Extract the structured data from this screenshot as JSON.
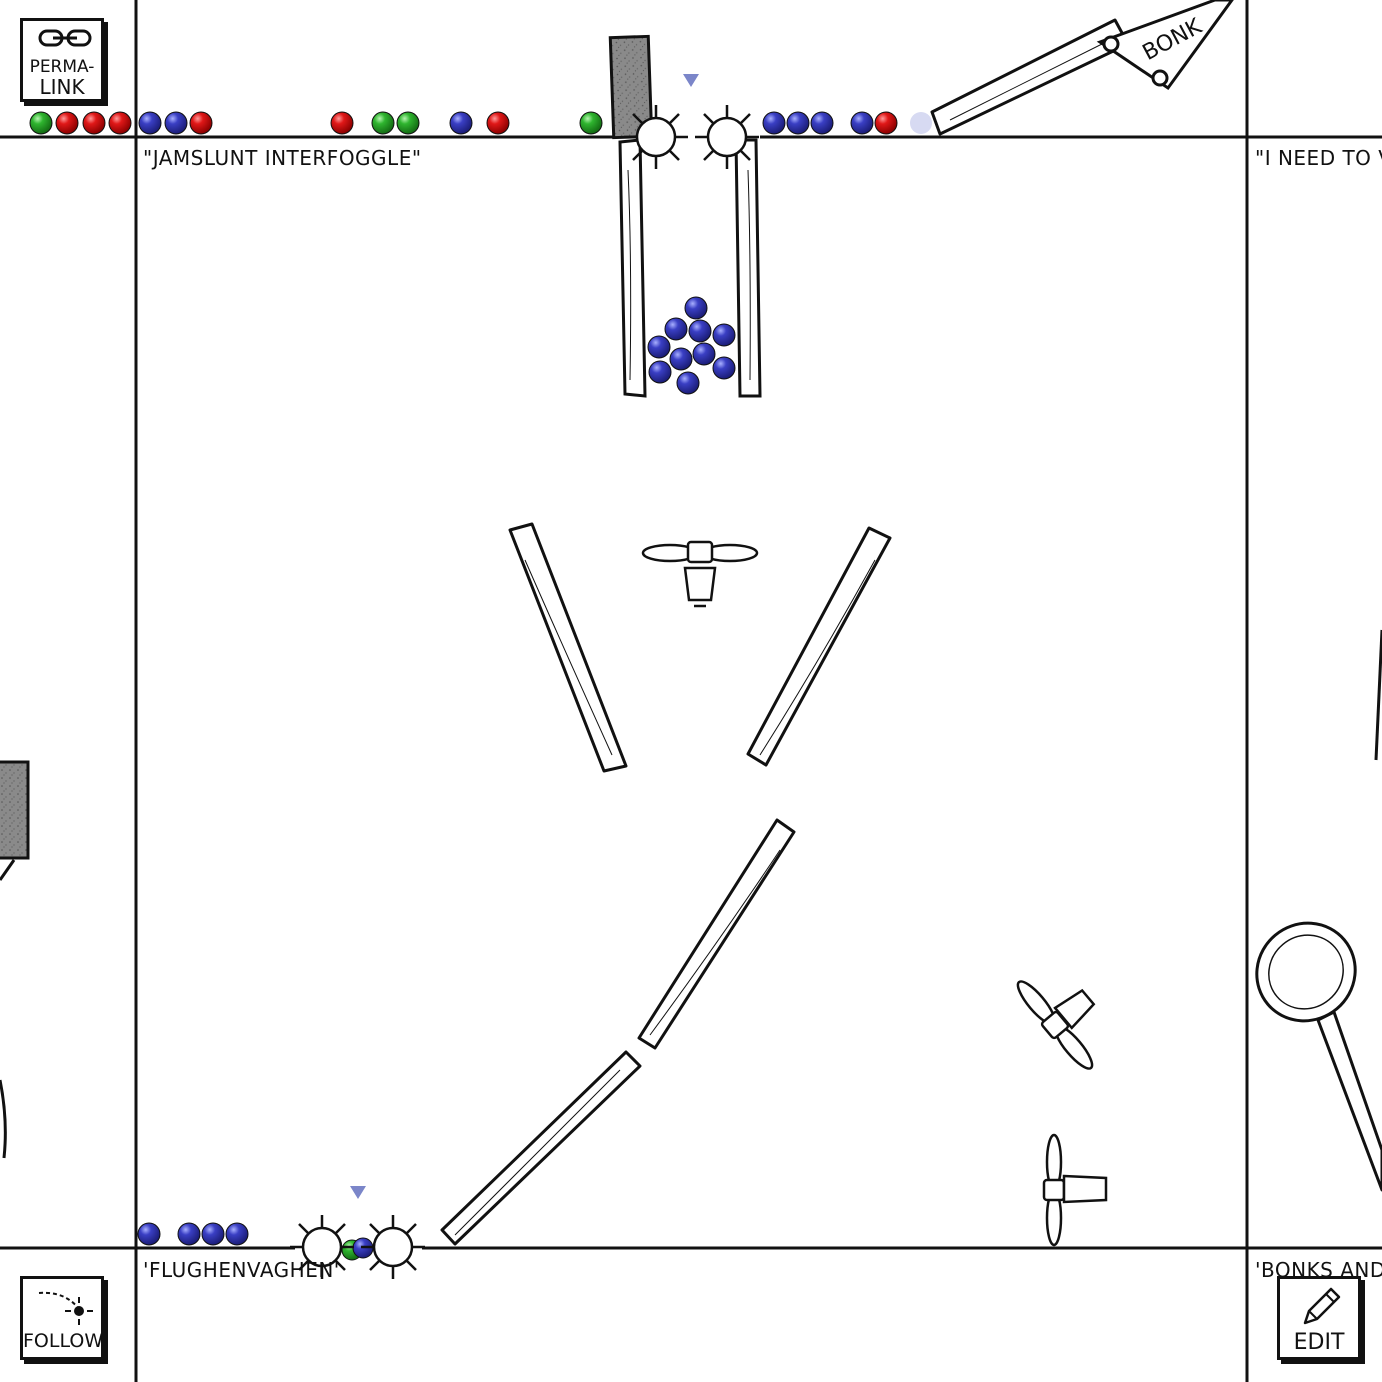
{
  "comic": {
    "panel_titles": {
      "top_center": "\"JAMSLUNT INTERFOGGLE\"",
      "top_right": "\"I NEED TO V",
      "bottom_center": "'FLUGHENVAGHEN'",
      "bottom_right": "'BONKS AND"
    },
    "buttons": {
      "permalink_line1": "PERMA-",
      "permalink_line2": "LINK",
      "follow_label": "FOLLOW",
      "edit_label": "EDIT"
    },
    "bonk_label": "BONK",
    "colors": {
      "red": "#e01818",
      "green": "#2fb52f",
      "blue": "#3a3fc4",
      "faded": "#d7daf2",
      "gray_block": "#8a8a8a",
      "line": "#111111",
      "marker": "#7b86c9"
    }
  }
}
